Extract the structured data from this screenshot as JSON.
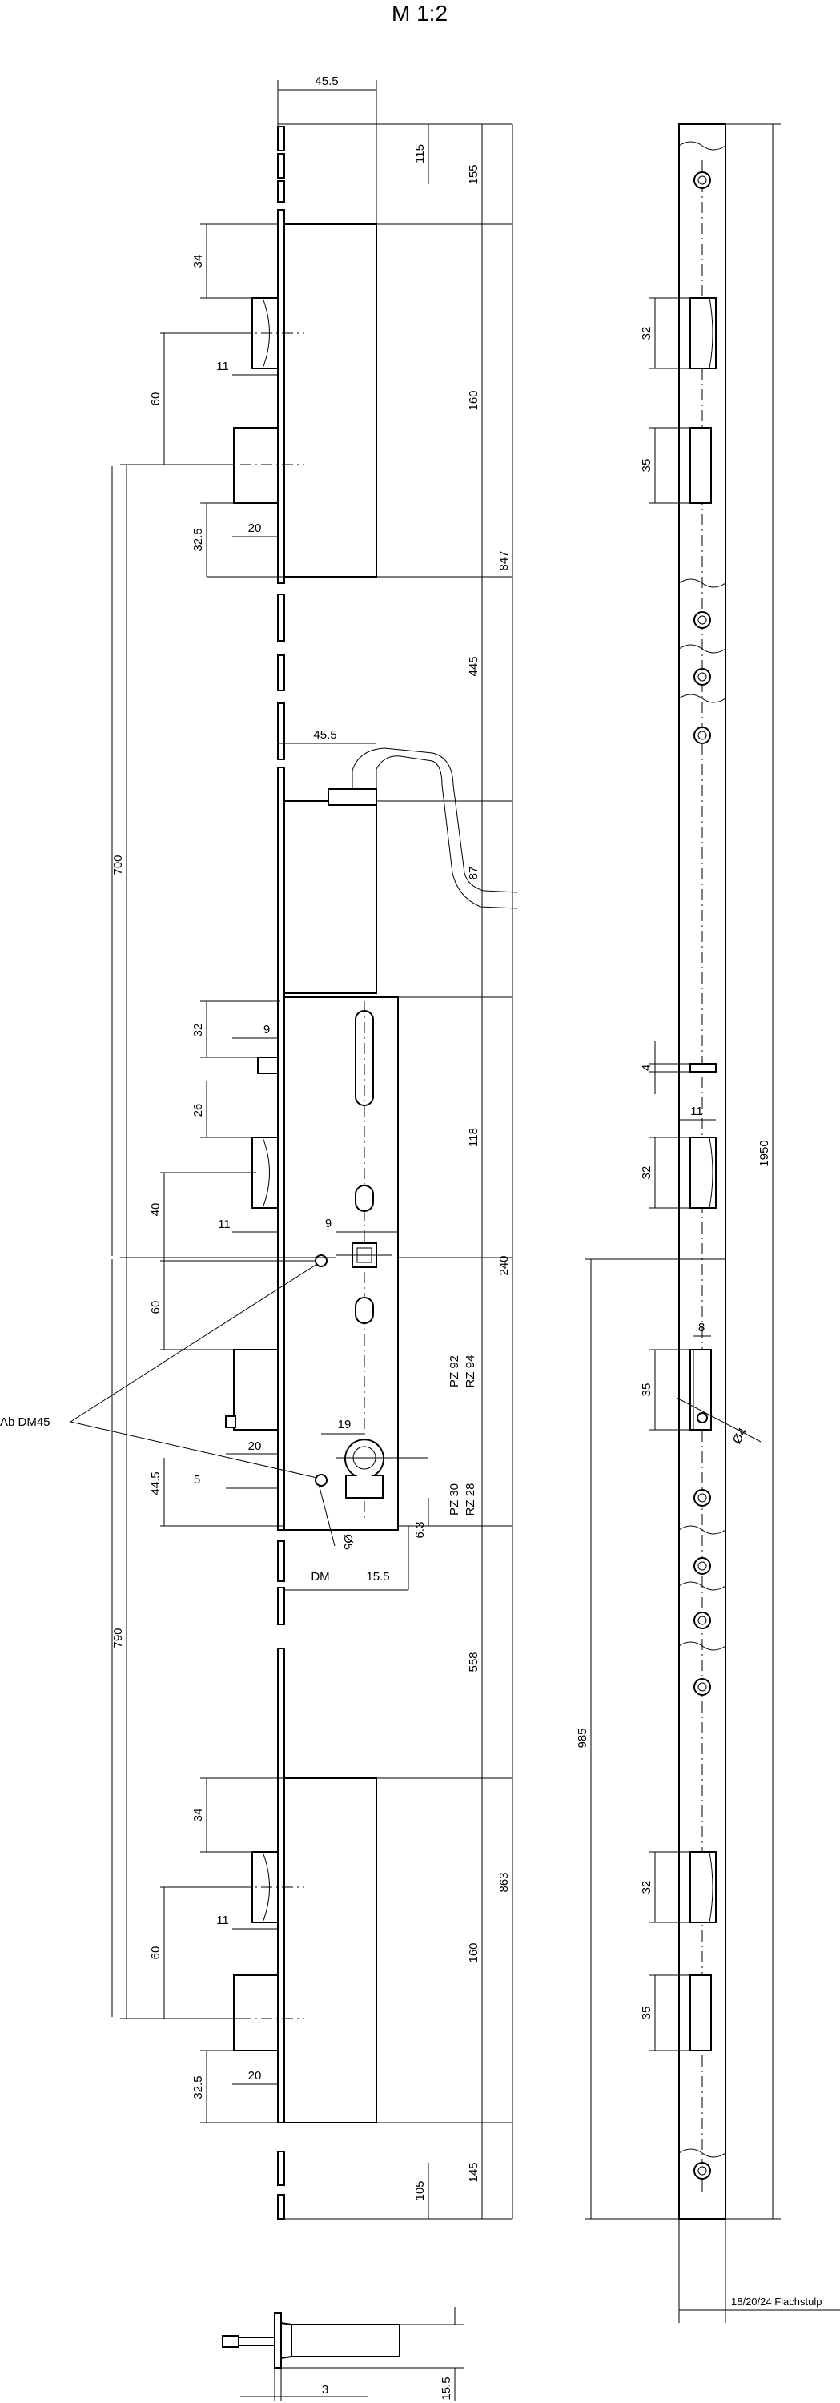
{
  "title": "M 1:2",
  "callout_label": "Ab DM45",
  "bottom_note": "18/20/24 Flachstulp",
  "dims": {
    "d45_5_top": "45.5",
    "d155": "155",
    "d115": "115",
    "d34_top": "34",
    "d60_top": "60",
    "d11_top": "11",
    "d160_top": "160",
    "d847": "847",
    "d20_top": "20",
    "d32_5_top": "32.5",
    "d700": "700",
    "d445": "445",
    "d45_5_mid": "45.5",
    "d87": "87",
    "d32_mid": "32",
    "d9_mid": "9",
    "d26": "26",
    "d118": "118",
    "d40": "40",
    "d11_mid": "11",
    "d9_low": "9",
    "d240": "240",
    "d60_mid": "60",
    "pz92": "PZ 92",
    "rz94": "RZ 94",
    "d19": "19",
    "d20_mid": "20",
    "d5": "5",
    "d44_5": "44.5",
    "d05": "Ø5",
    "pz30": "PZ 30",
    "rz28": "RZ 28",
    "d6_3": "6.3",
    "dm": "DM",
    "d15_5": "15.5",
    "d790": "790",
    "d558": "558",
    "d34_bot": "34",
    "d60_bot": "60",
    "d11_bot": "11",
    "d160_bot": "160",
    "d863": "863",
    "d20_bot": "20",
    "d32_5_bot": "32.5",
    "d105": "105",
    "d145": "145",
    "r32_a": "32",
    "r35_a": "35",
    "r4": "4",
    "r11": "11",
    "r32_b": "32",
    "r1950": "1950",
    "r8": "8",
    "r35_b": "35",
    "r04": "Ø4",
    "r985": "985",
    "r32_c": "32",
    "r35_c": "35",
    "s3": "3",
    "s15_5": "15.5"
  }
}
